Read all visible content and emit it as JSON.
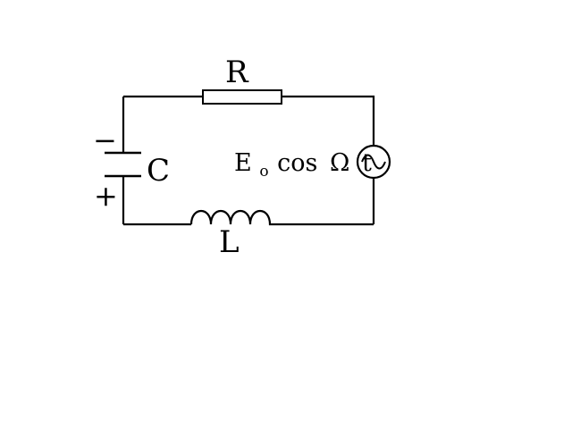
{
  "colors": {
    "background": "#ffffff",
    "ink": "#000000"
  },
  "labels": {
    "resistor": "R",
    "capacitor": "C",
    "inductor": "L",
    "capacitor_negative": "−",
    "capacitor_positive": "+",
    "source_E": "E",
    "source_subscript": "o",
    "source_cos": "cos",
    "source_omega": "Ω",
    "source_t": "t"
  },
  "icons": {
    "source": "ac-sine-source-icon"
  }
}
